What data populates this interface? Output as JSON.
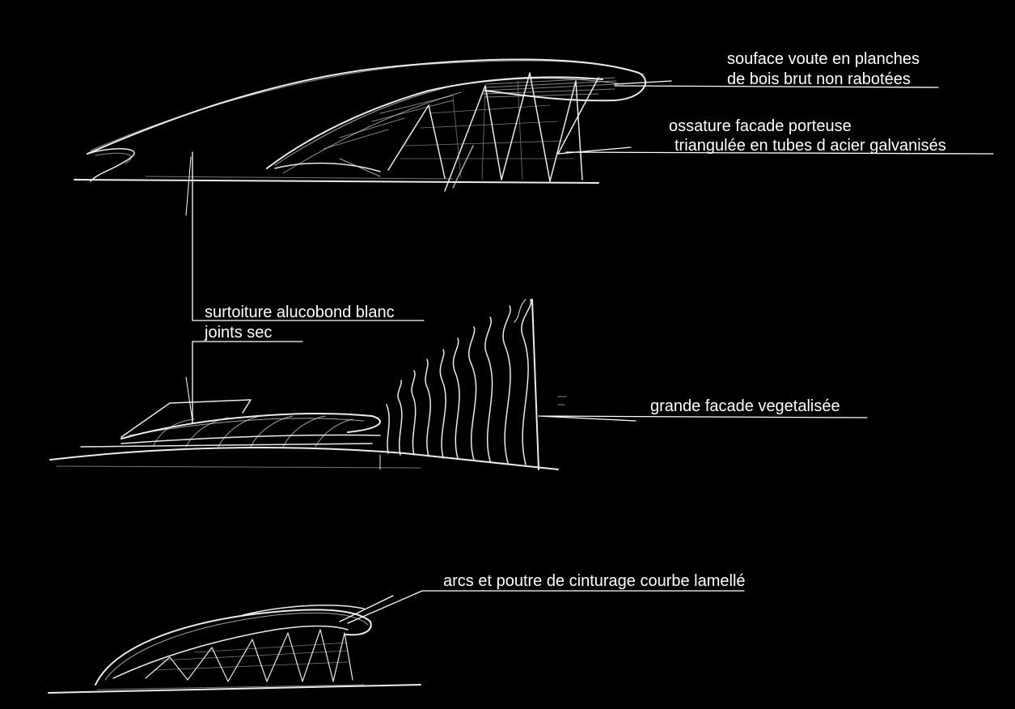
{
  "annotations": {
    "souface": [
      "souface voute en planches",
      "de bois brut non rabotées"
    ],
    "ossature": [
      "ossature facade porteuse",
      "triangulée en tubes d acier galvanisés"
    ],
    "surtoiture": [
      "surtoiture alucobond blanc",
      "joints sec"
    ],
    "facade": "grande facade vegetalisée",
    "arcs": "arcs et poutre de cinturage courbe lamellé"
  },
  "colors": {
    "background": "#000000",
    "stroke": "#ffffff"
  }
}
